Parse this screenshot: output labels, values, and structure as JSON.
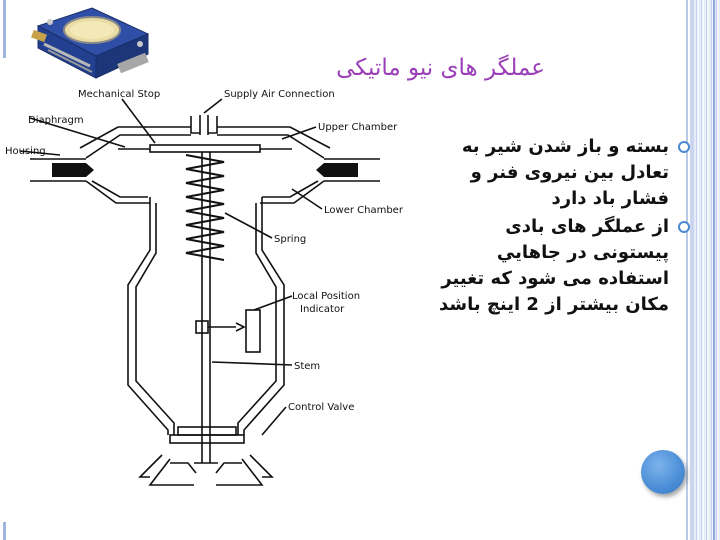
{
  "slide": {
    "title": "عملگر های نیو ماتیکی",
    "bullets": [
      {
        "text": "بسته و باز شدن شير به تعادل بين نيروی فنر و فشار باد دارد"
      },
      {
        "text": "از عملگر های بادی پيستونی در جاهايي استفاده می شود که تغيير مکان بيشتر از 2 اينچ باشد"
      }
    ]
  },
  "diagram": {
    "labels": {
      "mechanical_stop": "Mechanical Stop",
      "supply_air": "Supply Air Connection",
      "diaphragm": "Diaphragm",
      "upper_chamber": "Upper Chamber",
      "housing": "Housing",
      "lower_chamber": "Lower Chamber",
      "spring": "Spring",
      "local_position": "Local Position",
      "indicator": "Indicator",
      "stem": "Stem",
      "control_valve": "Control Valve"
    }
  },
  "colors": {
    "title": "#9b3fb8",
    "accent": "#4a8bd0",
    "text": "#111111"
  }
}
